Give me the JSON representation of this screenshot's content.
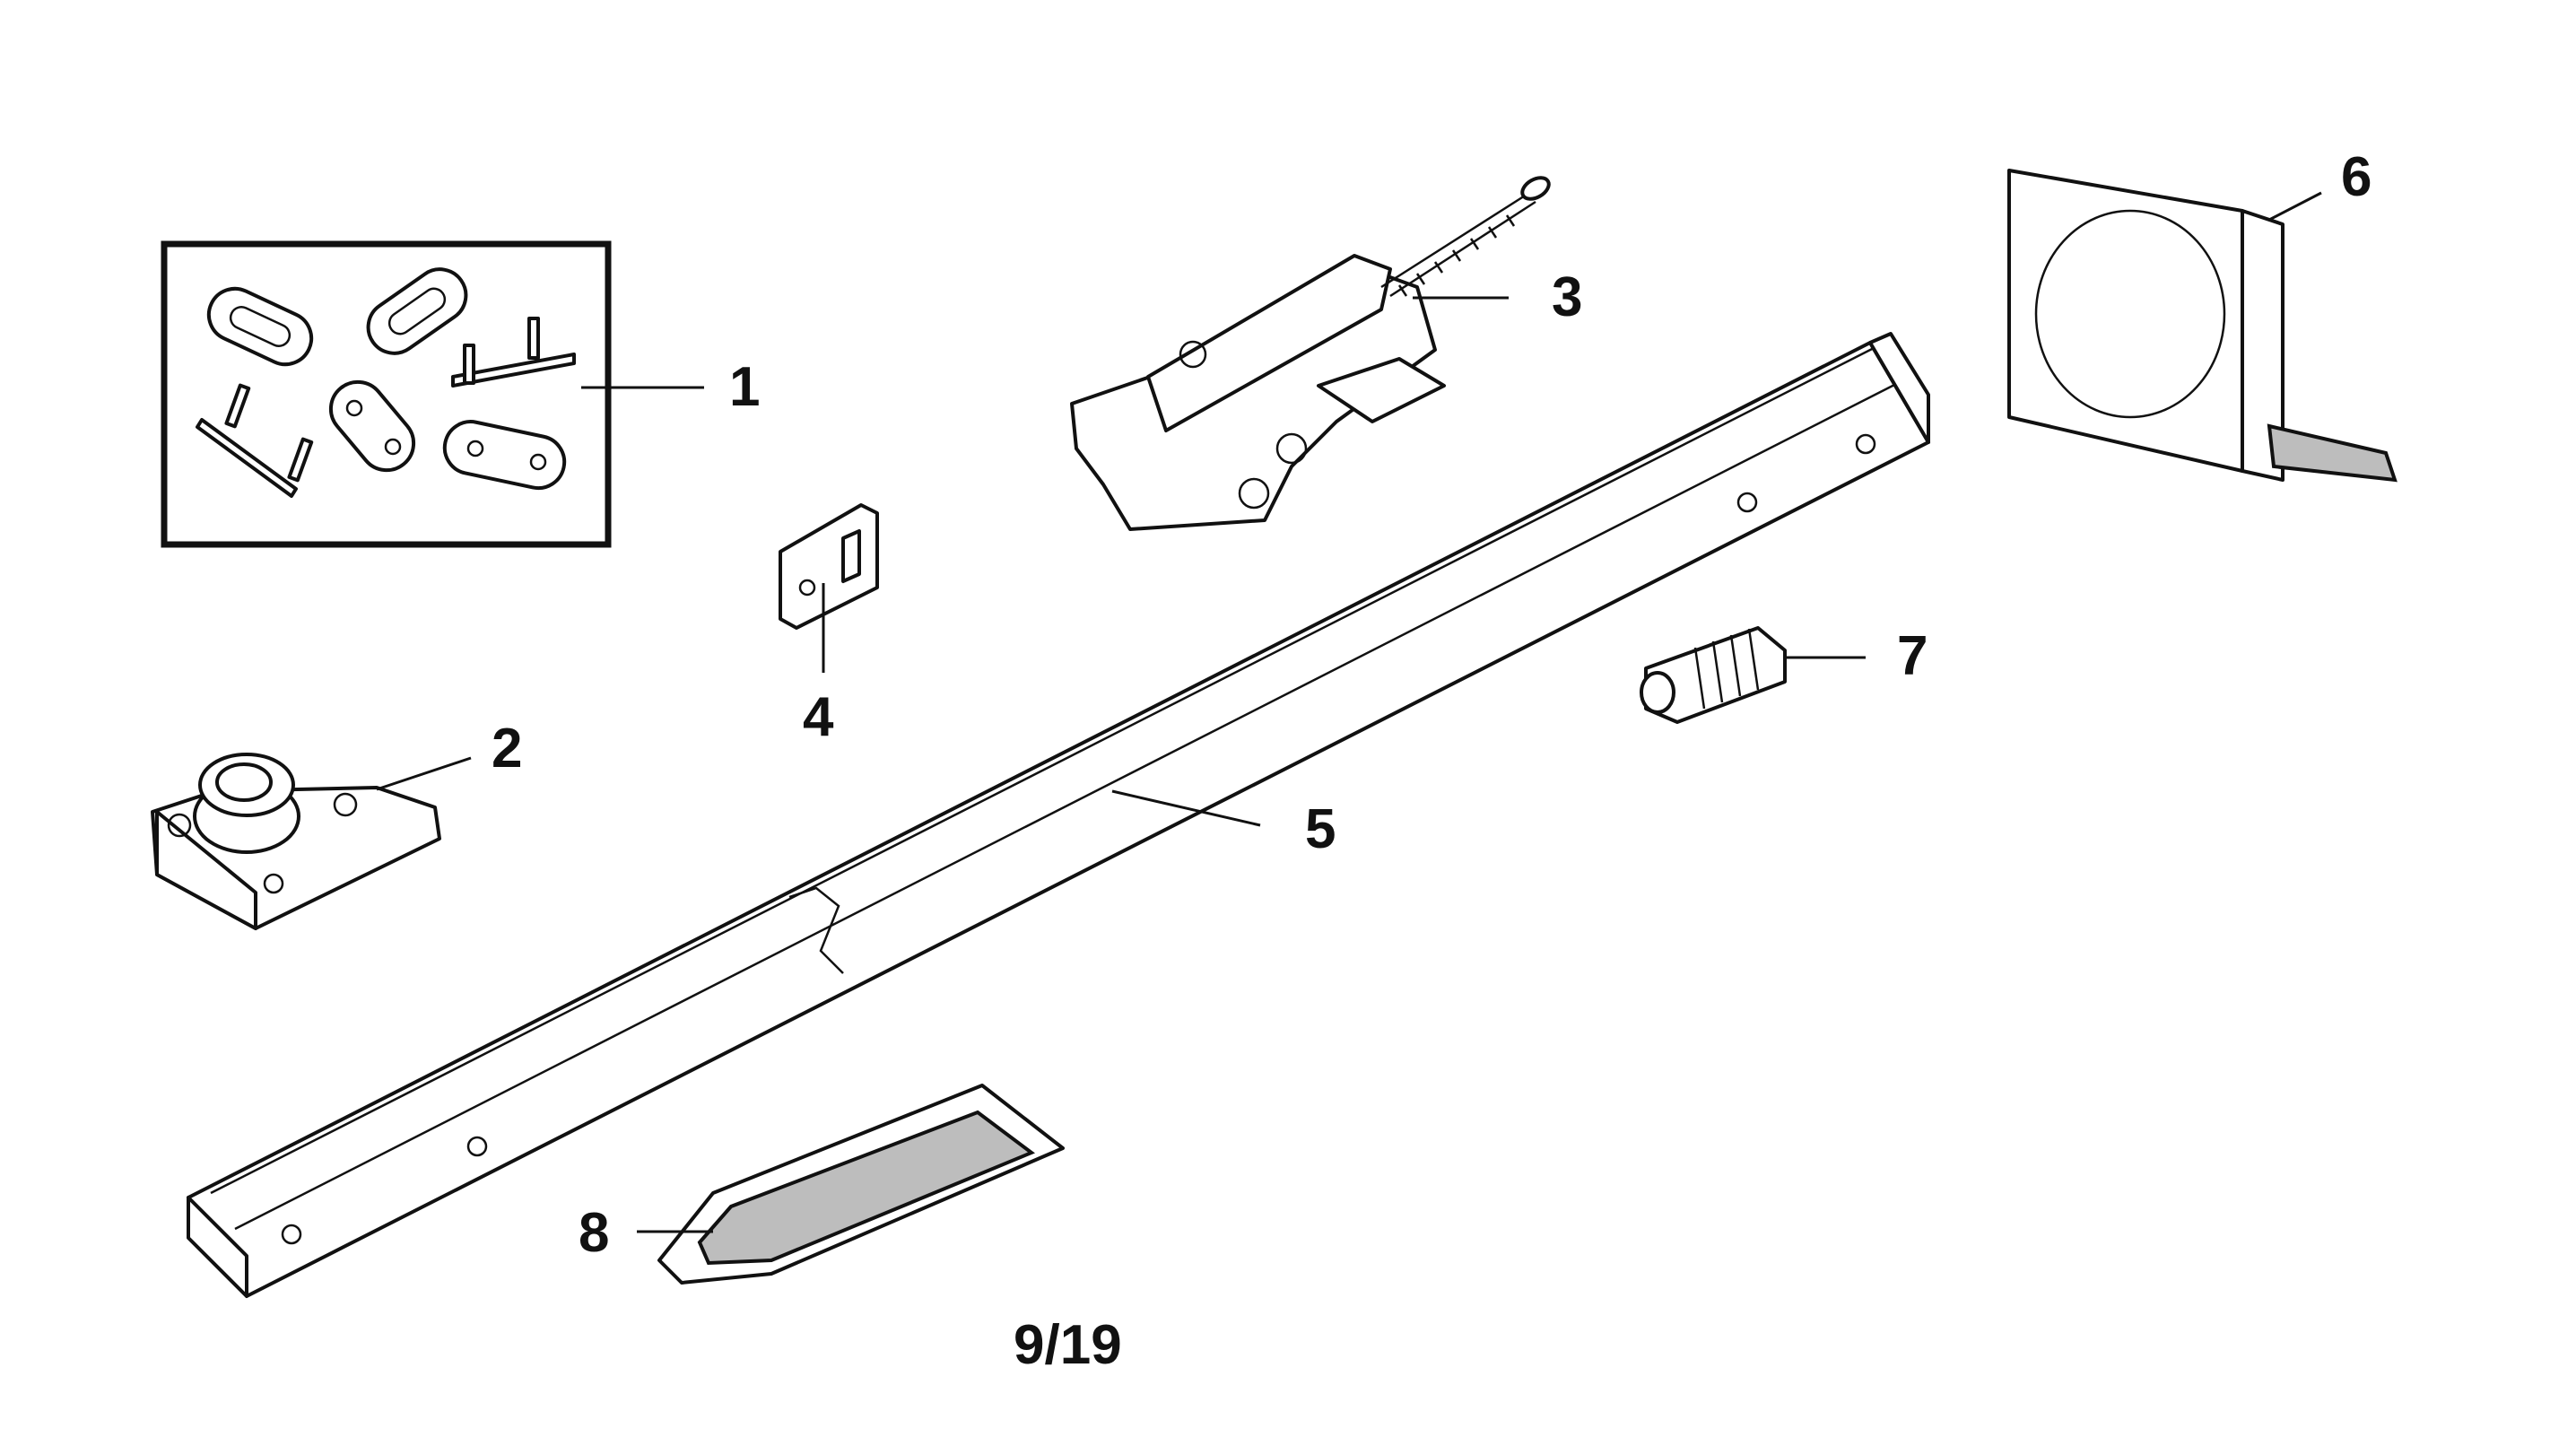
{
  "diagram": {
    "callouts": [
      {
        "id": "1",
        "label": "1",
        "part": "chain-link-kit"
      },
      {
        "id": "2",
        "label": "2",
        "part": "idler-pulley-bracket"
      },
      {
        "id": "3",
        "label": "3",
        "part": "trolley-assembly"
      },
      {
        "id": "4",
        "label": "4",
        "part": "spacer-clip"
      },
      {
        "id": "5",
        "label": "5",
        "part": "rail-assembly"
      },
      {
        "id": "6",
        "label": "6",
        "part": "chain-belt-box"
      },
      {
        "id": "7",
        "label": "7",
        "part": "threaded-shaft"
      },
      {
        "id": "8",
        "label": "8",
        "part": "lubricant-packet"
      }
    ],
    "page_number": "9/19"
  }
}
